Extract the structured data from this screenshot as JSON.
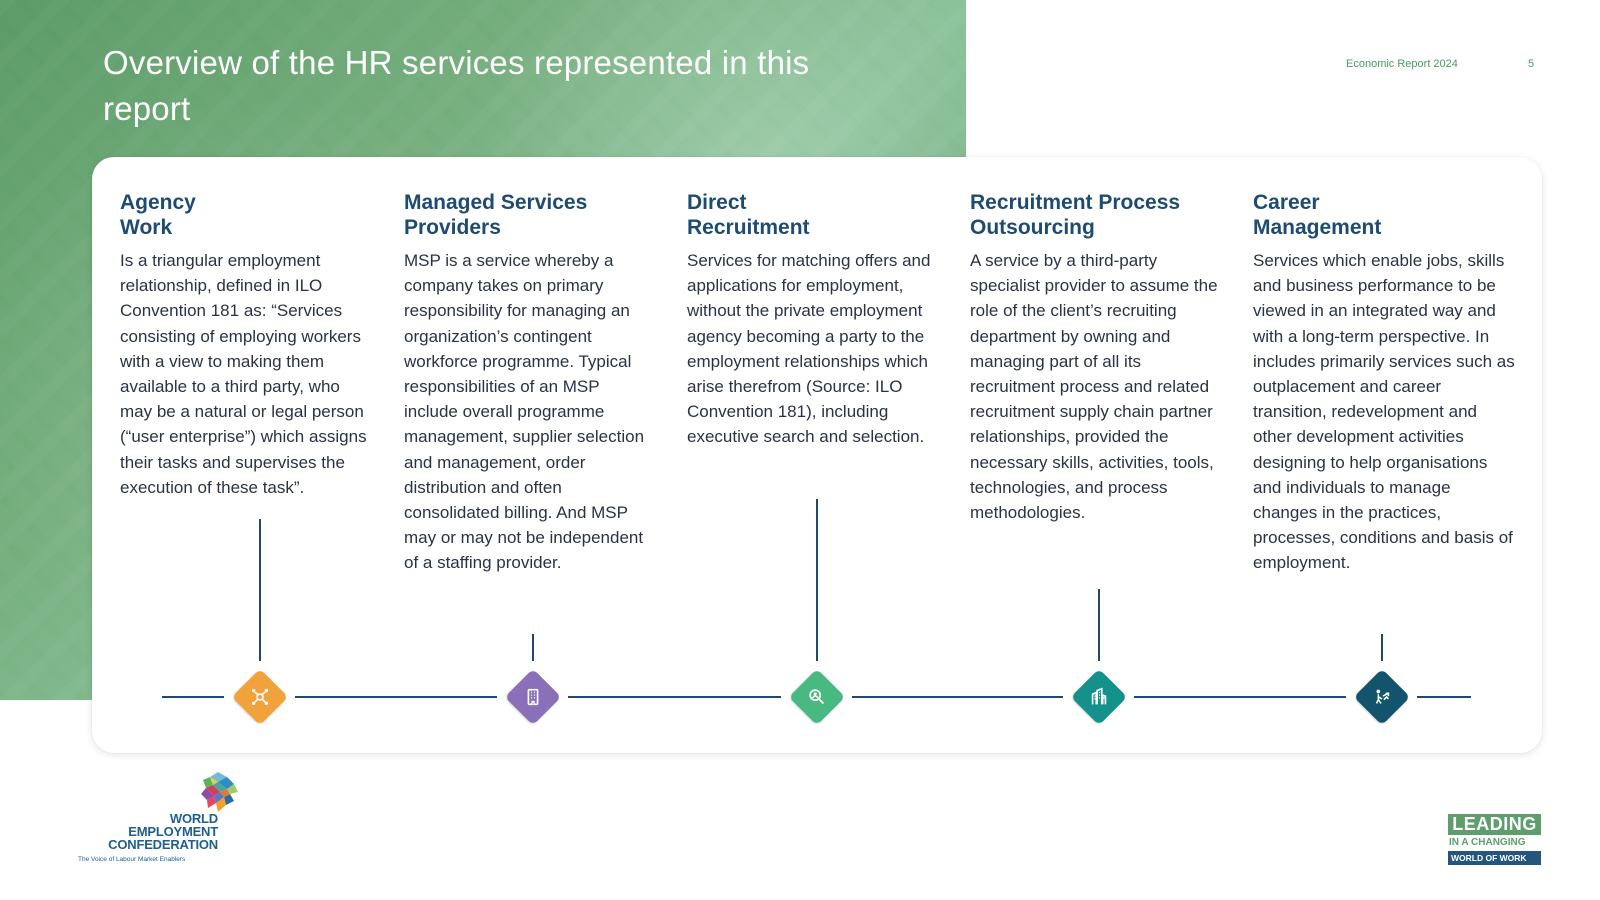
{
  "header": {
    "title": "Overview of the HR services represented in this report",
    "report_label": "Economic Report 2024",
    "page_number": "5"
  },
  "services": [
    {
      "title": "Agency\nWork",
      "description": "Is a triangular employment relationship, defined in ILO Convention 181 as: “Services consisting of employing workers with a view to making them available to a third party, who may be a natural or legal person (“user enterprise”) which assigns their tasks and supervises the execution of these task”.",
      "icon": "network-icon",
      "color": "#f2a23a"
    },
    {
      "title": "Managed Services\nProviders",
      "description": "MSP is a service whereby a company takes on primary responsibility for managing an organization’s contingent workforce programme. Typical responsibilities of an MSP include overall programme management, supplier selection and management, order distribution and often consolidated billing. And MSP may or may not be independent of a staffing provider.",
      "icon": "building-icon",
      "color": "#8a70b8"
    },
    {
      "title": "Direct\nRecruitment",
      "description": "Services for matching offers and applications for employment, without the private employment agency becoming a party to the employment relationships which arise therefrom (Source: ILO Convention 181), including executive search and selection.",
      "icon": "search-person-icon",
      "color": "#49b982"
    },
    {
      "title": "Recruitment Process\nOutsourcing",
      "description": "A service by a third-party specialist provider to assume the role of the client’s recruiting department by owning and managing part of all its recruitment process and related recruitment supply chain partner relationships, provided the necessary skills, activities, tools, technologies, and process methodologies.",
      "icon": "office-building-icon",
      "color": "#15918b"
    },
    {
      "title": "Career\nManagement",
      "description": "Services which enable jobs, skills and business performance to be viewed in an integrated way and with a long-term perspective. In includes primarily services such as outplacement and career transition, redevelopment and other development activities designing to help organisations and individuals to manage changes in the practices, processes, conditions and basis of employment.",
      "icon": "career-growth-icon",
      "color": "#12546b"
    }
  ],
  "footer": {
    "wec": {
      "line1": "WORLD",
      "line2": "EMPLOYMENT",
      "line3": "CONFEDERATION",
      "tagline": "The Voice of Labour Market Enablers"
    },
    "leading": {
      "line1": "LEADING",
      "line2": "IN A CHANGING",
      "line3": "WORLD OF WORK"
    }
  }
}
